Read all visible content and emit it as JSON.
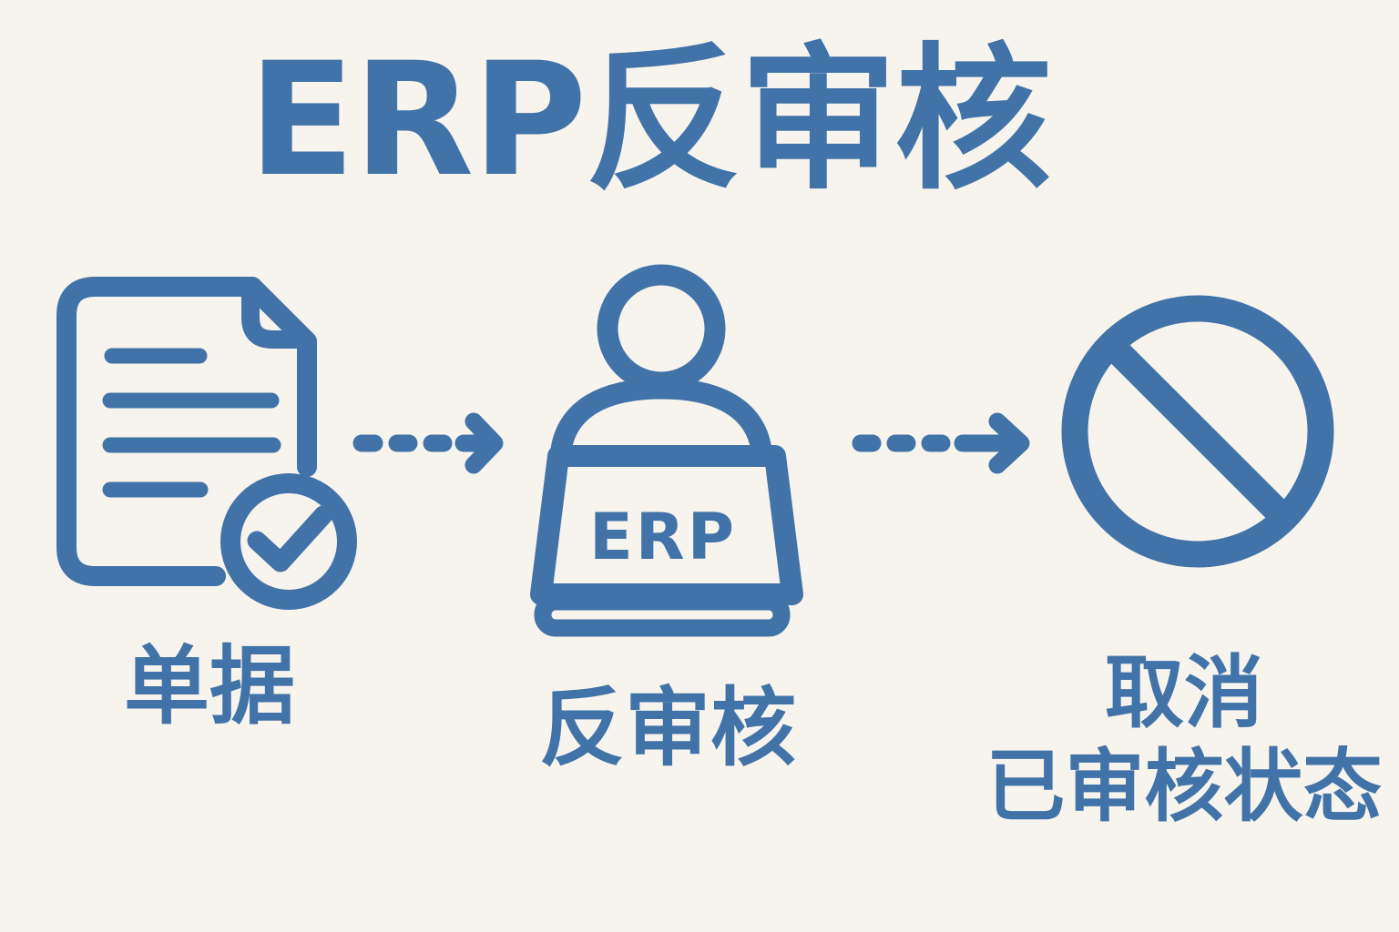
{
  "title": "ERP反审核",
  "colors": {
    "accent": "#4273A8",
    "background": "#F7F4EE"
  },
  "flow": {
    "connector": "dashed-arrow-right-icon",
    "steps": [
      {
        "id": "document",
        "icon": "document-check-icon",
        "label": "单据"
      },
      {
        "id": "erp-reverse-audit",
        "icon": "person-laptop-icon",
        "laptop_text": "ERP",
        "label": "反审核"
      },
      {
        "id": "cancel-approved-status",
        "icon": "prohibition-icon",
        "label_line1": "取消",
        "label_line2": "已审核状态"
      }
    ]
  }
}
